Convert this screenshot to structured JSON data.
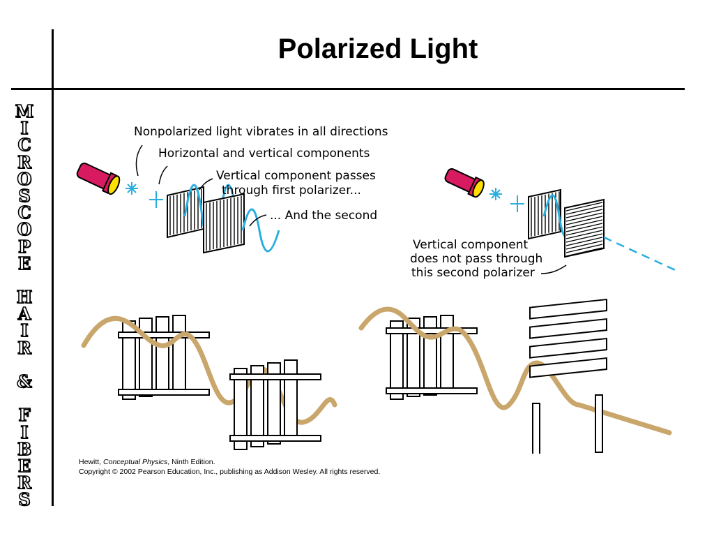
{
  "title": "Polarized Light",
  "sidebar_text": "MICROSCOPE HAIR & FIBERS",
  "figure": {
    "label_nonpolarized": "Nonpolarized light vibrates in all directions",
    "label_components": "Horizontal and vertical components",
    "label_vertical_pass_1": "Vertical component passes",
    "label_vertical_pass_2": "through first polarizer...",
    "label_second": "... And the second",
    "label_blocked_1": "Vertical component",
    "label_blocked_2": "does not pass through",
    "label_blocked_3": "this second polarizer"
  },
  "credit": {
    "author": "Hewitt, ",
    "book": "Conceptual Physics",
    "edition": ", Ninth Edition.",
    "copyright": "Copyright © 2002 Pearson Education, Inc., publishing as Addison Wesley.  All rights reserved."
  },
  "colors": {
    "wave": "#29aee0",
    "flashlight_body": "#d81b60",
    "flashlight_lens": "#ffe000",
    "rope": "#c9a66b"
  }
}
